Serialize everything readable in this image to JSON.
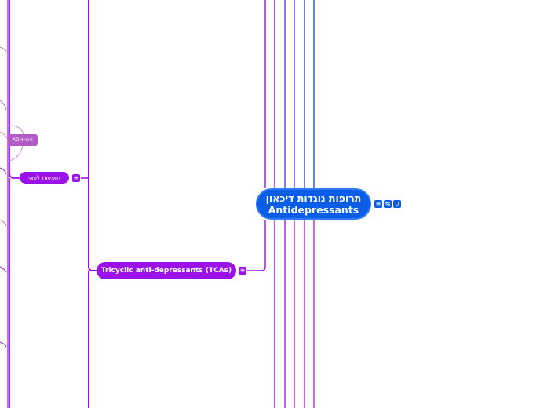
{
  "central": {
    "line1": "תרופות נוגדות דיכאון",
    "line2": "Antidepressants"
  },
  "tca": {
    "label": "Tricyclic anti-depressants (TCAs)"
  },
  "side_effects": {
    "label": "תופעות לוואי"
  },
  "adh": {
    "label": "ADH דיכוי"
  },
  "icons": {
    "collapse": "≡",
    "share": "⇆",
    "link": "∪"
  },
  "colors": {
    "purple": "#9a12e8",
    "blue": "#0a5de6",
    "magenta": "#c81fd8",
    "adh": "#b55bc8"
  }
}
